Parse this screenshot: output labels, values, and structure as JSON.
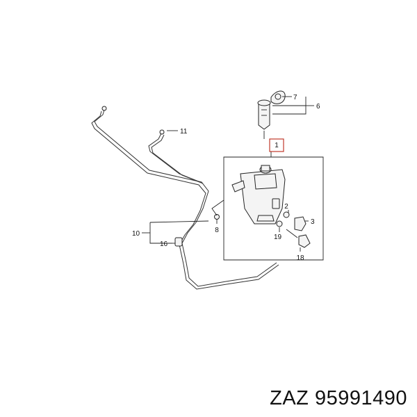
{
  "callouts": {
    "c1": "1",
    "c2": "2",
    "c3": "3",
    "c6": "6",
    "c7": "7",
    "c8": "8",
    "c10": "10",
    "c11": "11",
    "c16": "16",
    "c18": "18",
    "c19": "19"
  },
  "caption": {
    "brand": "ZAZ",
    "part_number": "95991490"
  },
  "colors": {
    "highlight_box": "#c0392b",
    "line": "#222222"
  }
}
